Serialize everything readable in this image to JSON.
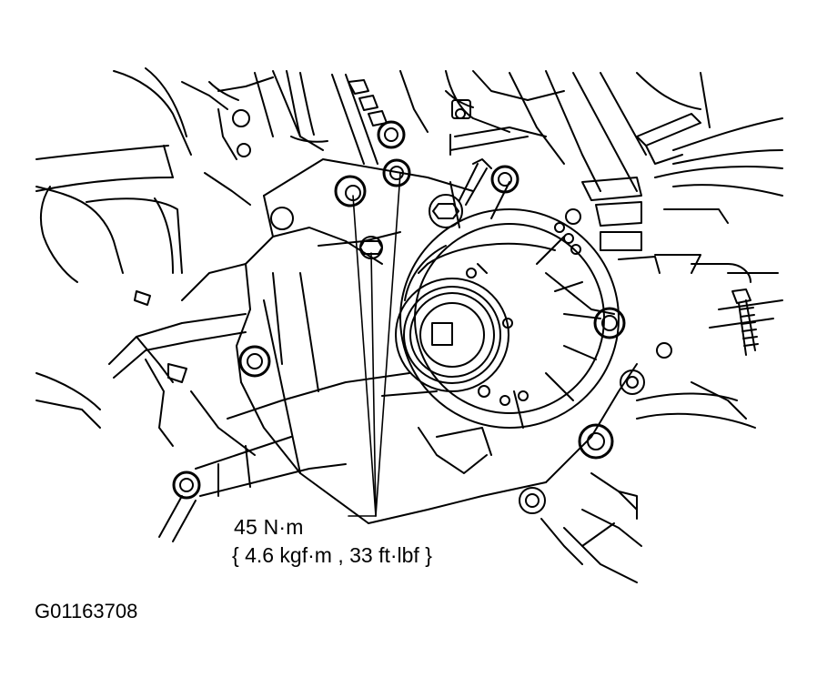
{
  "torque_callout": {
    "value_nm": "45 N·m",
    "value_alt": "{ 4.6 kgf·m , 33 ft·lbf }"
  },
  "figure_code": "G01163708",
  "colors": {
    "line": "#000000",
    "background": "#ffffff"
  }
}
